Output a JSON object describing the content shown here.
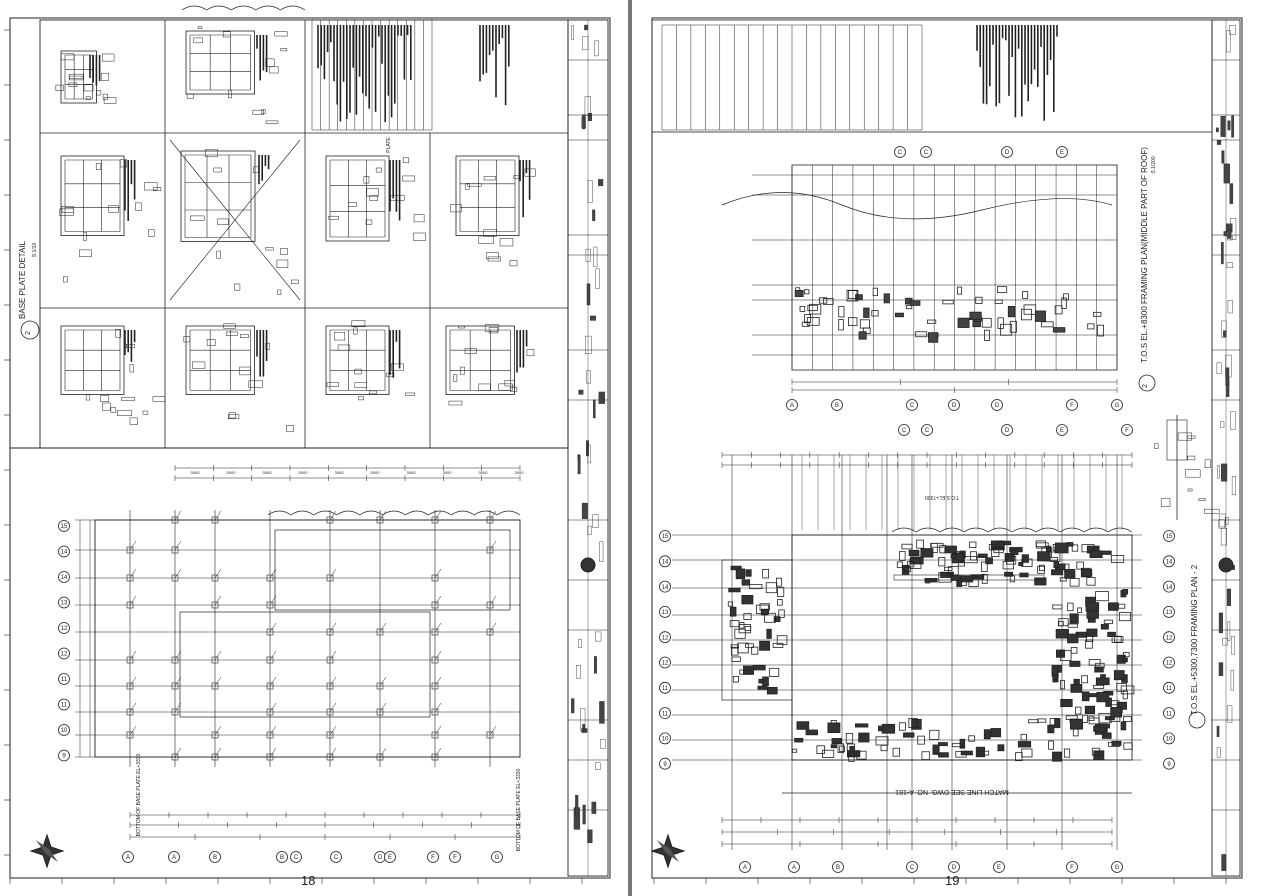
{
  "spread": {
    "left_page_number": "18",
    "right_page_number": "19"
  },
  "left_sheet": {
    "detail_title": "BASE PLATE DETAIL",
    "detail_number": "2",
    "detail_scale": "S:1/10",
    "annot_bottom_left": "BOTTOM OF BASE PLATE EL+3330",
    "annot_bottom_right": "BOTTOM OF BASE PLATE EL+3330",
    "plate_note": "PLATE",
    "row_labels": [
      "15",
      "14",
      "14",
      "13",
      "12",
      "12",
      "11",
      "11",
      "10",
      "9"
    ],
    "col_labels": [
      "A",
      "A",
      "B",
      "B",
      "C",
      "C",
      "D",
      "E",
      "F",
      "F",
      "G",
      "G"
    ],
    "north_arrow_icon": "compass-rose-icon"
  },
  "right_sheet": {
    "plan1_title": "T.O.S EL.+8300 FRAMING PLAN(MIDDLE PART OF ROOF)",
    "plan1_number": "2",
    "plan1_scale": "S:1/200",
    "plan2_title": "T.O.S EL.+5300,7300 FRAMING PLAN - 2",
    "match_line": "MATCH LINE SEE DWG. NO. A-181",
    "roof_level": "T.O.S EL+7300",
    "top_grid_labels": [
      "C",
      "C",
      "D",
      "E"
    ],
    "bottom_grid_labels": [
      "A",
      "B",
      "C",
      "D",
      "D",
      "F",
      "G"
    ],
    "plan2_grid_labels": [
      "C",
      "C",
      "D",
      "E",
      "F"
    ],
    "row_labels": [
      "15",
      "14",
      "14",
      "13",
      "12",
      "12",
      "11",
      "11",
      "10",
      "9"
    ],
    "col_labels": [
      "A",
      "A",
      "B",
      "C",
      "D",
      "E",
      "F",
      "G"
    ],
    "north_arrow_icon": "compass-rose-icon"
  },
  "colors": {
    "ink": "#222222",
    "paper": "#ffffff",
    "spine": "#777777"
  }
}
